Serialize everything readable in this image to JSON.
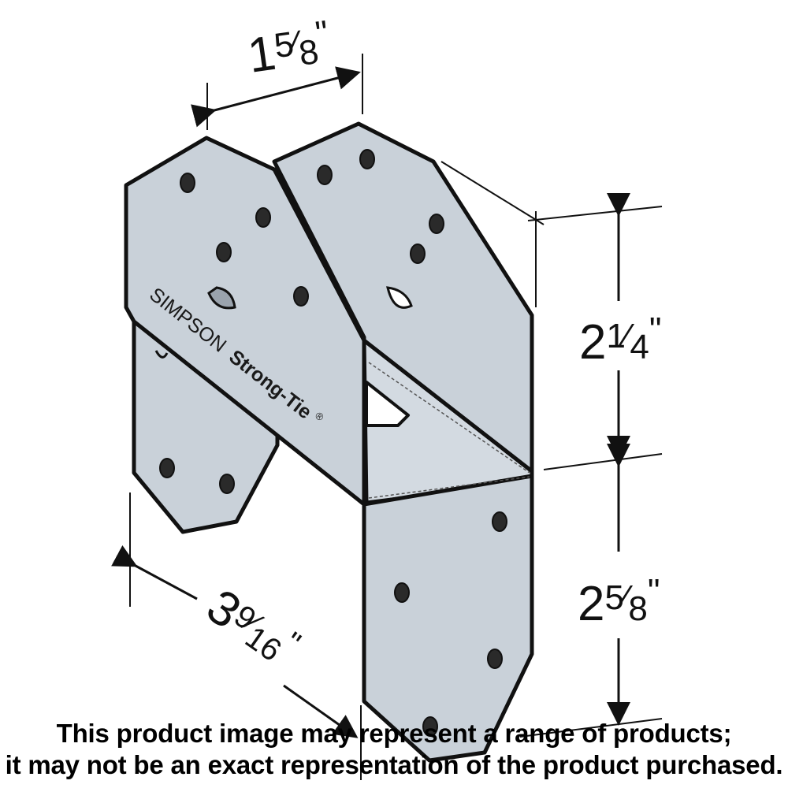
{
  "brand": {
    "name": "SIMPSON",
    "product_line": "Strong-Tie",
    "registered_mark": "®"
  },
  "dimensions": {
    "top_width": {
      "whole": "1",
      "num": "5",
      "den": "8",
      "inch": "\""
    },
    "upper_height": {
      "whole": "2",
      "num": "1",
      "den": "4",
      "inch": "\""
    },
    "lower_height": {
      "whole": "2",
      "num": "5",
      "den": "8",
      "inch": "\""
    },
    "depth": {
      "whole": "3",
      "num": "9",
      "den": "16",
      "inch": "\""
    }
  },
  "disclaimer": {
    "line1": "This product image may represent a range of products;",
    "line2": "it may not be an exact representation of the product purchased."
  },
  "colors": {
    "metal_fill": "#c9d1d9",
    "outline": "#111111",
    "background": "#ffffff"
  }
}
